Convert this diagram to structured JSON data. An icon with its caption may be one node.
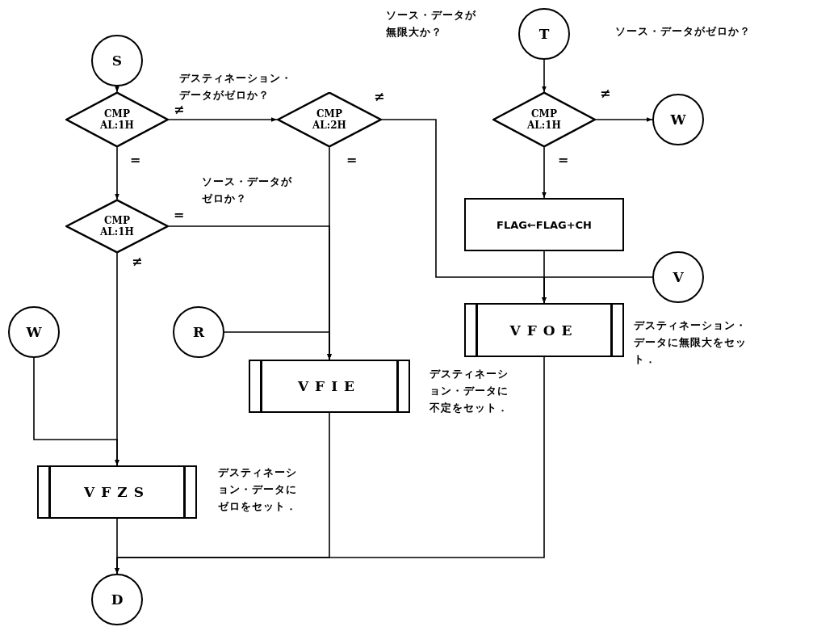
{
  "diagram": {
    "nodes": [
      {
        "text": [
          "S"
        ]
      },
      {
        "text": [
          "CMP AL:1H"
        ]
      },
      {
        "text": [
          "CMP AL:2H"
        ]
      },
      {
        "text": [
          "T"
        ]
      },
      {
        "text": [
          "CMP AL:1H"
        ]
      },
      {
        "text": [
          "W"
        ]
      },
      {
        "text": [
          "CMP AL:1H"
        ]
      },
      {
        "text": [
          "FLAG←FLAG+CH"
        ]
      },
      {
        "text": [
          "V"
        ]
      },
      {
        "text": [
          "W"
        ]
      },
      {
        "text": [
          "R"
        ]
      },
      {
        "text": [
          "VFOE"
        ]
      },
      {
        "text": [
          "VFIE"
        ]
      },
      {
        "text": [
          "VFZS"
        ]
      },
      {
        "text": [
          "D"
        ]
      }
    ],
    "edges": [
      {
        "from": 0,
        "to": 1,
        "arrow": "to"
      },
      {
        "from": 1,
        "to": 2,
        "arrow": "to",
        "label": "≠"
      },
      {
        "from": 1,
        "to": 6,
        "arrow": "to",
        "label": "="
      },
      {
        "from": 2,
        "to": 12,
        "arrow": "to",
        "label": "="
      },
      {
        "from": 6,
        "to": 12,
        "arrow": "to",
        "label": "="
      },
      {
        "from": 2,
        "to": 11,
        "arrow": "to",
        "label": "≠"
      },
      {
        "from": 6,
        "to": 13,
        "arrow": "to",
        "label": "≠"
      },
      {
        "from": 3,
        "to": 4,
        "arrow": "to"
      },
      {
        "from": 4,
        "to": 5,
        "arrow": "to",
        "label": "≠"
      },
      {
        "from": 4,
        "to": 7,
        "arrow": "to",
        "label": "="
      },
      {
        "from": 7,
        "to": 11,
        "arrow": "to"
      },
      {
        "from": 8,
        "to": 11,
        "arrow": "to"
      },
      {
        "from": 9,
        "to": 13,
        "arrow": "to"
      },
      {
        "from": 10,
        "to": 12,
        "arrow": "to"
      },
      {
        "from": 13,
        "to": 14,
        "arrow": "to"
      },
      {
        "from": 12,
        "to": 14,
        "arrow": "to"
      },
      {
        "from": 11,
        "to": 14,
        "arrow": "to"
      }
    ],
    "labels": [
      "ソース・データが無限大か？",
      "ソース・データがゼロか？",
      "デスティネーション・データがゼロか？",
      "ソース・データがゼロか？",
      "デスティネーション・データに無限大をセット．",
      "デスティネーション・データに不定をセット．",
      "デスティネーション・データにゼロをセット．"
    ]
  }
}
